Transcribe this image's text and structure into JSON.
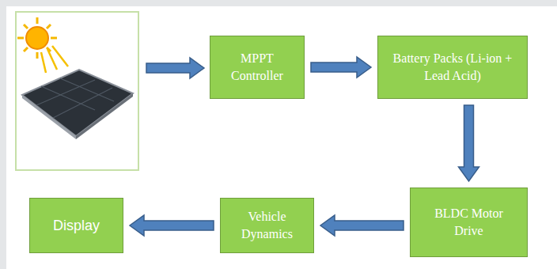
{
  "diagram": {
    "nodes": [
      {
        "text": [
          "MPPT Controller"
        ]
      },
      {
        "text": [
          "Battery Packs (Li-ion + Lead Acid)"
        ]
      },
      {
        "text": [
          "BLDC Motor Drive"
        ]
      },
      {
        "text": [
          "Vehicle Dynamics"
        ]
      },
      {
        "text": [
          "Display"
        ]
      }
    ],
    "edges": [
      {
        "from": 0,
        "to": 1,
        "arrow": "to"
      },
      {
        "from": 1,
        "to": 2,
        "arrow": "to"
      },
      {
        "from": 2,
        "to": 3,
        "arrow": "to"
      },
      {
        "from": 3,
        "to": 4,
        "arrow": "to"
      }
    ]
  }
}
